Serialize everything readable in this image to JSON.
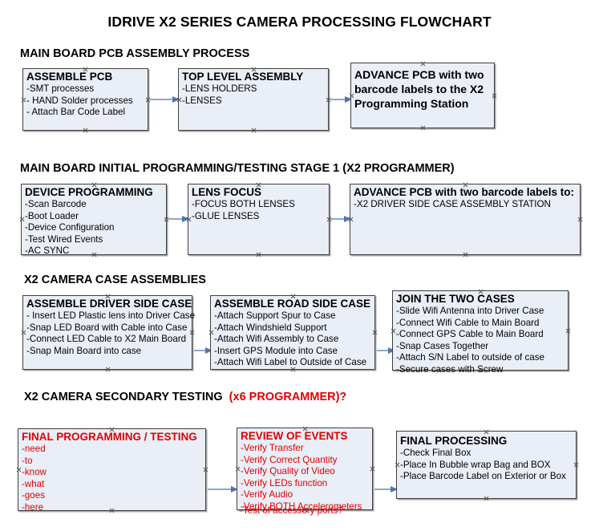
{
  "document": {
    "title": "IDRIVE X2  SERIES CAMERA PROCESSING FLOWCHART",
    "colors": {
      "node_fill": "#e9eef7",
      "node_border": "#3f3f3f",
      "arrow_line": "#8fa9c4",
      "arrow_head": "#4f74ab",
      "accent_red": "#e00000",
      "text": "#000000",
      "page_background": "#ffffff"
    }
  },
  "sections": [
    {
      "id": "main-board-pcb-assembly-process",
      "heading": "MAIN BOARD PCB ASSEMBLY PROCESS",
      "heading_accent": "",
      "nodes": [
        {
          "id": "assemble-pcb",
          "header": "ASSEMBLE PCB",
          "items": [
            "-SMT processes",
            "- HAND Solder processes",
            "- Attach Bar Code Label"
          ],
          "red": false
        },
        {
          "id": "top-level-assembly",
          "header": "TOP LEVEL ASSEMBLY",
          "items": [
            "-LENS HOLDERS",
            "-LENSES"
          ],
          "red": false
        },
        {
          "id": "advance-pcb-to-x2-programming-station",
          "header": "ADVANCE PCB with two barcode labels to the  X2 Programming Station",
          "items": [],
          "red": false
        }
      ]
    },
    {
      "id": "main-board-initial-programming-testing-stage-1",
      "heading": "MAIN BOARD INITIAL PROGRAMMING/TESTING STAGE 1 (X2 PROGRAMMER)",
      "heading_accent": "",
      "nodes": [
        {
          "id": "device-programming",
          "header": "DEVICE PROGRAMMING",
          "items": [
            "-Scan Barcode",
            "-Boot Loader",
            "-Device Configuration",
            "-Test Wired Events",
            "-AC SYNC"
          ],
          "red": false
        },
        {
          "id": "lens-focus",
          "header": "LENS FOCUS",
          "items": [
            "-FOCUS BOTH LENSES",
            "-GLUE LENSES"
          ],
          "red": false
        },
        {
          "id": "advance-pcb-to-driver-side-case-assembly",
          "header": "ADVANCE PCB with two barcode labels to:",
          "items": [
            "-X2 DRIVER  SIDE  CASE  ASSEMBLY STATION"
          ],
          "red": false
        }
      ]
    },
    {
      "id": "x2-camera-case-assemblies",
      "heading": "X2 CAMERA CASE ASSEMBLIES",
      "heading_accent": "",
      "nodes": [
        {
          "id": "assemble-driver-side-case",
          "header": "ASSEMBLE DRIVER SIDE CASE",
          "items": [
            "- Insert LED Plastic lens into Driver Case",
            "-Snap LED Board with Cable into Case",
            "-Connect LED Cable to X2 Main Board",
            "-Snap Main Board into case"
          ],
          "red": false
        },
        {
          "id": "assemble-road-side-case",
          "header": "ASSEMBLE ROAD SIDE CASE",
          "items": [
            "-Attach Support Spur to Case",
            "-Attach Windshield Support",
            "-Attach Wifi Assembly to Case",
            "-Insert GPS Module into Case",
            "-Attach Wifi Label to Outside of Case"
          ],
          "red": false
        },
        {
          "id": "join-the-two-cases",
          "header": "JOIN THE TWO CASES",
          "items": [
            "-Slide Wifi Antenna into Driver Case",
            "-Connect Wifi Cable to Main Board",
            "-Connect GPS Cable to Main Board",
            "-Snap Cases Together",
            "-Attach S/N Label to outside of case",
            "-Secure cases with Screw"
          ],
          "red": false
        }
      ]
    },
    {
      "id": "x2-camera-secondary-testing",
      "heading": "X2 CAMERA SECONDARY TESTING",
      "heading_accent": "(x6 PROGRAMMER)?",
      "nodes": [
        {
          "id": "final-programming-testing",
          "header": "FINAL PROGRAMMING / TESTING",
          "items": [
            "-need",
            "-to",
            "-know",
            "-what",
            "-goes",
            "-here"
          ],
          "red": true
        },
        {
          "id": "review-of-events",
          "header": "REVIEW OF EVENTS",
          "items": [
            "-Verify Transfer",
            "-Verify Correct Quantity",
            "-Verify Quality of Video",
            "-Verify LEDs function",
            "-Verify Audio",
            "-Verify BOTH Accelerometers"
          ],
          "overflow_item": "-Test of accessory ports?",
          "red": true
        },
        {
          "id": "final-processing",
          "header": "FINAL PROCESSING",
          "items": [
            " -Check Final Box",
            "-Place In Bubble wrap Bag and BOX",
            "-Place Barcode Label on Exterior or Box"
          ],
          "red": false
        }
      ]
    }
  ]
}
